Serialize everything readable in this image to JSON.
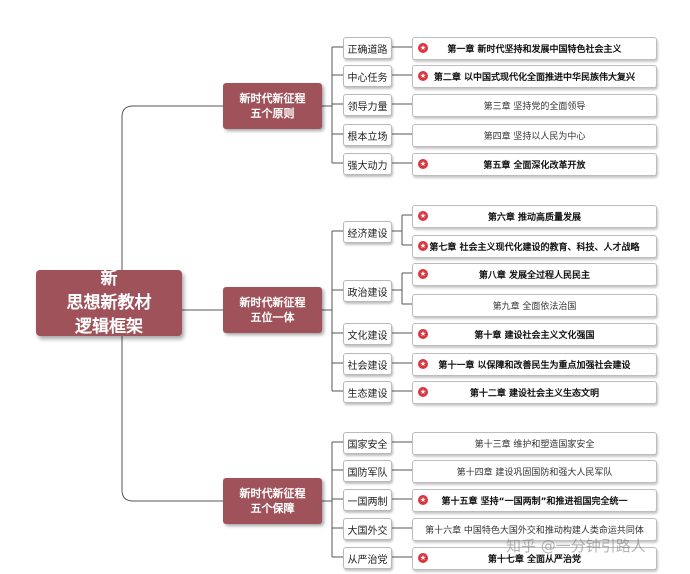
{
  "root": {
    "line1": "思想新教材",
    "line1_prefix": "新",
    "line2": "逻辑框架"
  },
  "branches": [
    {
      "title1": "新时代新征程",
      "title2": "五个原则",
      "categories": [
        {
          "label": "正确道路",
          "leaves": [
            {
              "text": "第一章 新时代坚持和发展中国特色社会主义",
              "starred": true
            }
          ]
        },
        {
          "label": "中心任务",
          "leaves": [
            {
              "text": "第二章 以中国式现代化全面推进中华民族伟大复兴",
              "starred": true
            }
          ]
        },
        {
          "label": "领导力量",
          "leaves": [
            {
              "text": "第三章 坚持党的全面领导",
              "starred": false
            }
          ]
        },
        {
          "label": "根本立场",
          "leaves": [
            {
              "text": "第四章 坚持以人民为中心",
              "starred": false
            }
          ]
        },
        {
          "label": "强大动力",
          "leaves": [
            {
              "text": "第五章 全面深化改革开放",
              "starred": true
            }
          ]
        }
      ]
    },
    {
      "title1": "新时代新征程",
      "title2": "五位一体",
      "categories": [
        {
          "label": "经济建设",
          "leaves": [
            {
              "text": "第六章 推动高质量发展",
              "starred": true
            },
            {
              "text": "第七章 社会主义现代化建设的教育、科技、人才战略",
              "starred": true
            }
          ]
        },
        {
          "label": "政治建设",
          "leaves": [
            {
              "text": "第八章 发展全过程人民民主",
              "starred": true
            },
            {
              "text": "第九章 全面依法治国",
              "starred": false
            }
          ]
        },
        {
          "label": "文化建设",
          "leaves": [
            {
              "text": "第十章 建设社会主义文化强国",
              "starred": true
            }
          ]
        },
        {
          "label": "社会建设",
          "leaves": [
            {
              "text": "第十一章 以保障和改善民生为重点加强社会建设",
              "starred": true
            }
          ]
        },
        {
          "label": "生态建设",
          "leaves": [
            {
              "text": "第十二章 建设社会主义生态文明",
              "starred": true
            }
          ]
        }
      ]
    },
    {
      "title1": "新时代新征程",
      "title2": "五个保障",
      "categories": [
        {
          "label": "国家安全",
          "leaves": [
            {
              "text": "第十三章 维护和塑造国家安全",
              "starred": false
            }
          ]
        },
        {
          "label": "国防军队",
          "leaves": [
            {
              "text": "第十四章 建设巩固国防和强大人民军队",
              "starred": false
            }
          ]
        },
        {
          "label": "一国两制",
          "leaves": [
            {
              "text": "第十五章 坚持“一国两制”和推进祖国完全统一",
              "starred": true
            }
          ]
        },
        {
          "label": "大国外交",
          "leaves": [
            {
              "text": "第十六章 中国特色大国外交和推动构建人类命运共同体",
              "starred": false
            }
          ]
        },
        {
          "label": "从严治党",
          "leaves": [
            {
              "text": "第十七章 全面从严治党",
              "starred": true
            }
          ]
        }
      ]
    }
  ],
  "colors": {
    "node": "#a0525a",
    "star": "#d9363e",
    "line": "#555555"
  },
  "watermark": "知乎 @一分钟引路人"
}
